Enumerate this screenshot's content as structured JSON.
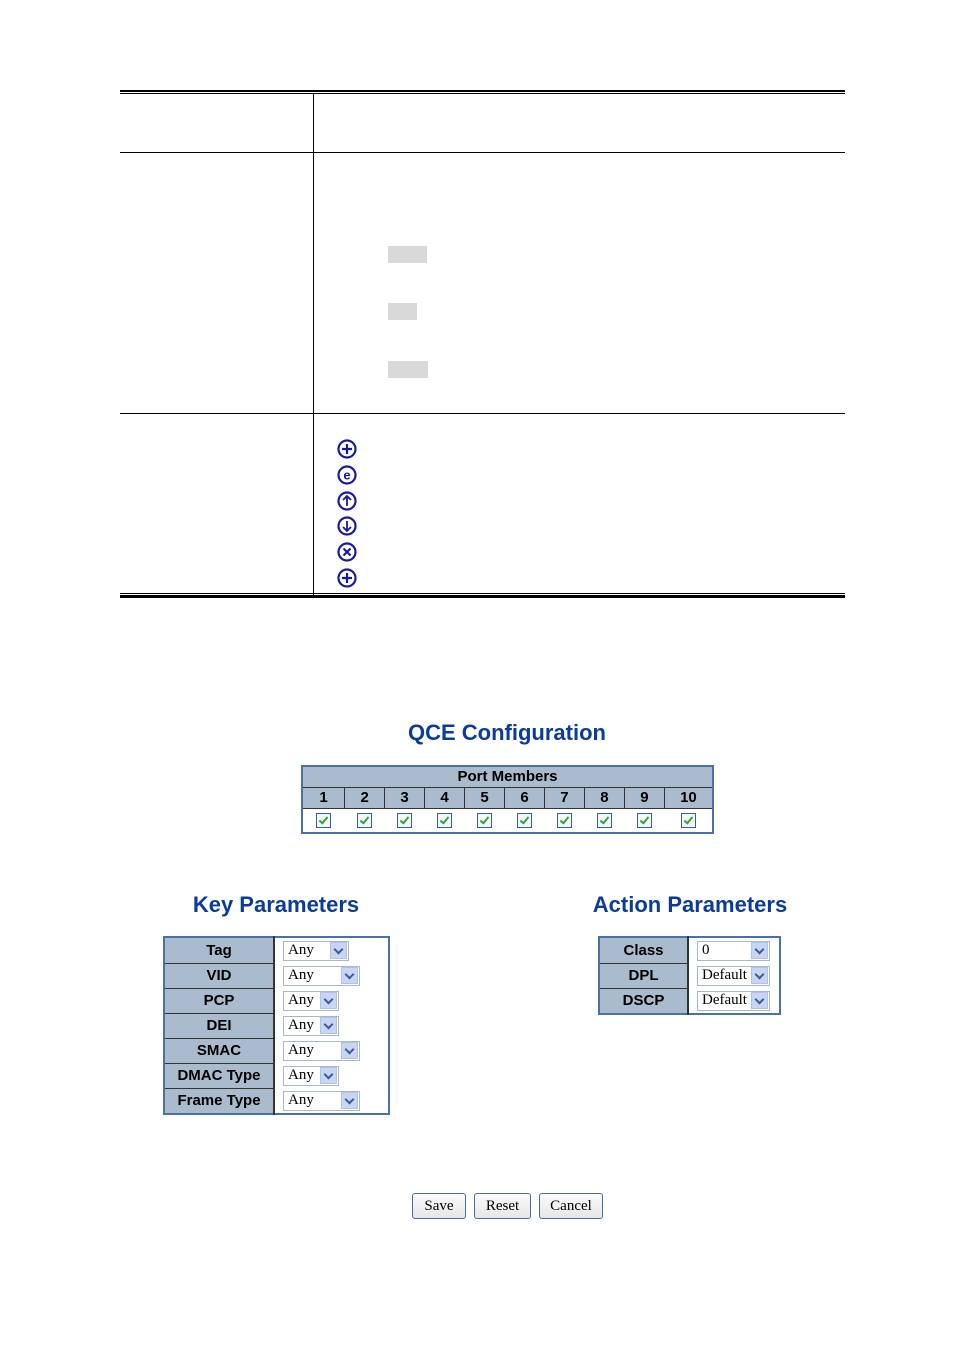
{
  "document": {
    "icons": [
      "add-entry-icon",
      "edit-entry-icon",
      "move-up-icon",
      "move-down-icon",
      "delete-entry-icon",
      "insert-entry-icon"
    ]
  },
  "qce": {
    "title": "QCE Configuration",
    "port_members": {
      "header": "Port Members",
      "ports": [
        "1",
        "2",
        "3",
        "4",
        "5",
        "6",
        "7",
        "8",
        "9",
        "10"
      ],
      "checked": [
        true,
        true,
        true,
        true,
        true,
        true,
        true,
        true,
        true,
        true
      ]
    },
    "key_parameters": {
      "title": "Key Parameters",
      "rows": [
        {
          "label": "Tag",
          "value": "Any"
        },
        {
          "label": "VID",
          "value": "Any"
        },
        {
          "label": "PCP",
          "value": "Any"
        },
        {
          "label": "DEI",
          "value": "Any"
        },
        {
          "label": "SMAC",
          "value": "Any"
        },
        {
          "label": "DMAC Type",
          "value": "Any"
        },
        {
          "label": "Frame Type",
          "value": "Any"
        }
      ]
    },
    "action_parameters": {
      "title": "Action Parameters",
      "rows": [
        {
          "label": "Class",
          "value": "0"
        },
        {
          "label": "DPL",
          "value": "Default"
        },
        {
          "label": "DSCP",
          "value": "Default"
        }
      ]
    },
    "buttons": {
      "save": "Save",
      "reset": "Reset",
      "cancel": "Cancel"
    }
  },
  "colors": {
    "title": "#0a3c9c",
    "header_bg": "#a9bbcc",
    "border": "#4a72a8",
    "icon": "#1a1aa0"
  }
}
